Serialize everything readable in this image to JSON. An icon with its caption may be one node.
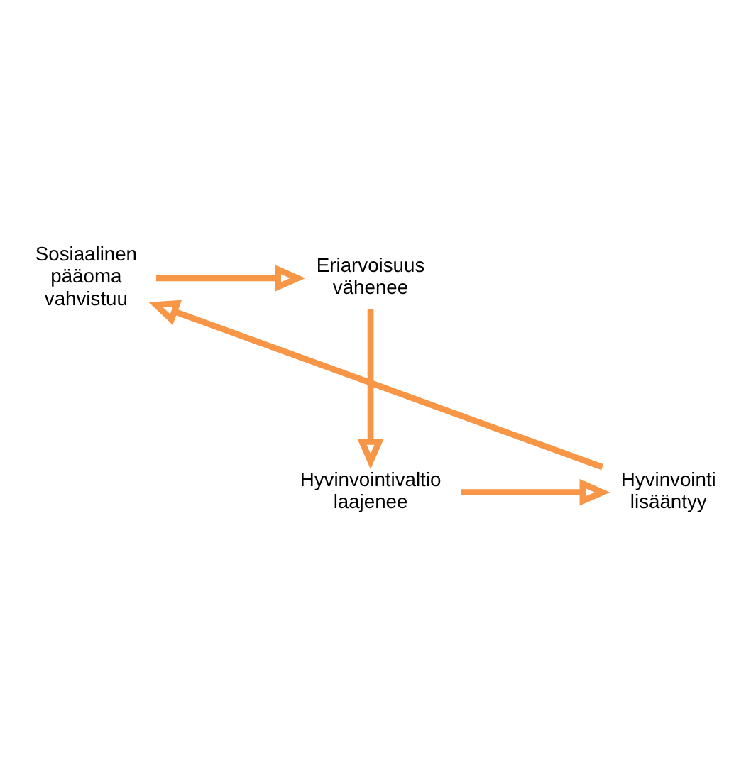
{
  "diagram": {
    "nodes": [
      {
        "text": [
          "Sosiaalinen pääoma vahvistuu"
        ]
      },
      {
        "text": [
          "Eriarvoisuus vähenee"
        ]
      },
      {
        "text": [
          "Hyvinvointivaltio laajenee"
        ]
      },
      {
        "text": [
          "Hyvinvointi lisääntyy"
        ]
      }
    ],
    "edges": [
      {
        "from": 0,
        "to": 1,
        "arrow": "to"
      },
      {
        "from": 1,
        "to": 2,
        "arrow": "to"
      },
      {
        "from": 2,
        "to": 3,
        "arrow": "to"
      },
      {
        "from": 3,
        "to": 0,
        "arrow": "to"
      }
    ]
  }
}
